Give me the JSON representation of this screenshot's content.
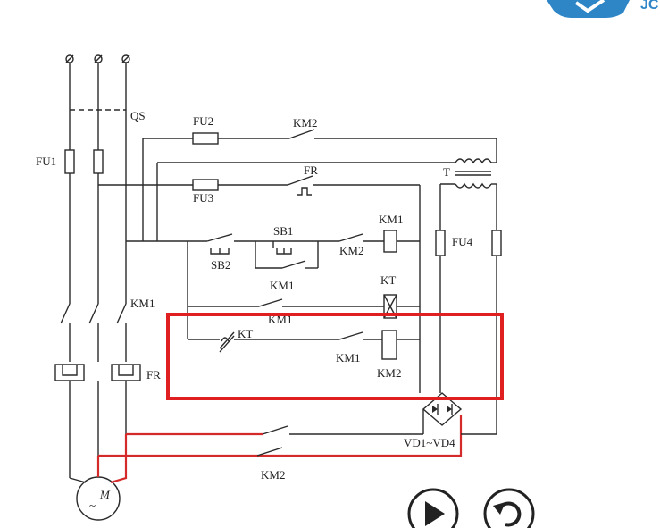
{
  "labels": {
    "qs": "QS",
    "fu1": "FU1",
    "fu2": "FU2",
    "fu3": "FU3",
    "fu4": "FU4",
    "km2_top": "KM2",
    "fr_contact": "FR",
    "t": "T",
    "sb2": "SB2",
    "sb1": "SB1",
    "km1_aux": "KM1",
    "km2_interlock": "KM2",
    "km1_coil": "KM1",
    "kt_coil": "KT",
    "km1_mid": "KM1",
    "kt_contact": "KT",
    "km1_low": "KM1",
    "km2_coil": "KM2",
    "km1_main": "KM1",
    "fr_relay": "FR",
    "vd": "VD1~VD4",
    "km2_bottom": "KM2",
    "motor": "M",
    "logo_partial": "JC"
  },
  "highlight": {
    "color": "#e02020"
  },
  "wire_colors": {
    "normal": "#2a2a2a",
    "dc_brake": "#d42a2a"
  },
  "controls": {
    "play_icon": "play-icon",
    "replay_icon": "replay-icon"
  }
}
